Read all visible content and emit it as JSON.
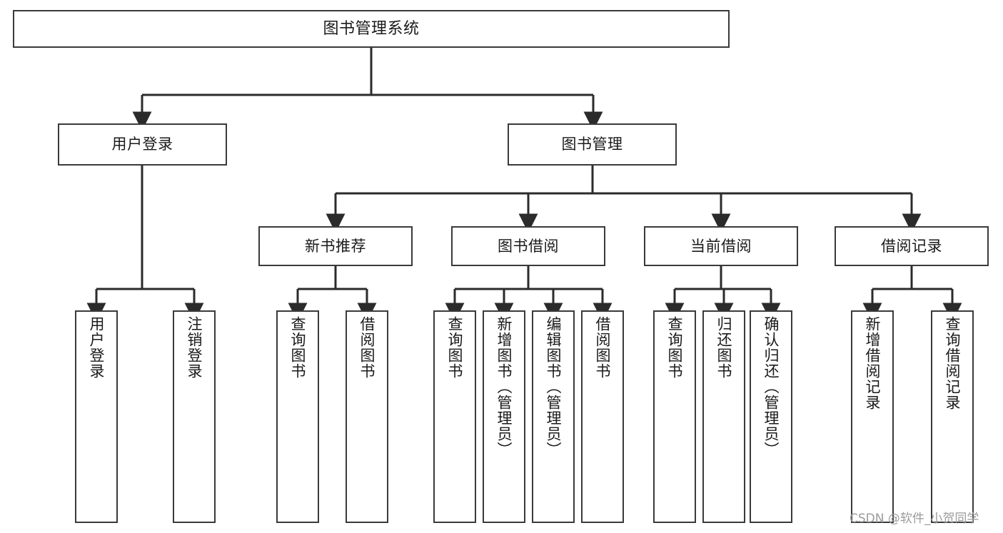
{
  "diagram": {
    "type": "tree",
    "title": "图书管理系统",
    "orientation": "top-down",
    "colors": {
      "box_border": "#3a3a3a",
      "box_fill": "#ffffff",
      "edge": "#2b2b2b",
      "text": "#1a1a1a",
      "watermark": "#9a9a9a",
      "background": "#ffffff"
    }
  },
  "watermark": {
    "text": "CSDN @软件_小贺同学"
  },
  "nodes": {
    "root": {
      "label": "图书管理系统",
      "level": 1
    },
    "level2": [
      {
        "label": "用户登录"
      },
      {
        "label": "图书管理"
      }
    ],
    "level3": [
      {
        "label": "新书推荐"
      },
      {
        "label": "图书借阅"
      },
      {
        "label": "当前借阅"
      },
      {
        "label": "借阅记录"
      }
    ],
    "leaves": {
      "user_login": [
        {
          "label": "用户登录"
        },
        {
          "label": "注销登录"
        }
      ],
      "new_book_recommend": [
        {
          "label": "查询图书"
        },
        {
          "label": "借阅图书"
        }
      ],
      "book_borrow": [
        {
          "label": "查询图书"
        },
        {
          "label": "新增图书（管理员）"
        },
        {
          "label": "编辑图书（管理员）"
        },
        {
          "label": "借阅图书"
        }
      ],
      "current_borrow": [
        {
          "label": "查询图书"
        },
        {
          "label": "归还图书"
        },
        {
          "label": "确认归还（管理员）"
        }
      ],
      "borrow_records": [
        {
          "label": "新增借阅记录"
        },
        {
          "label": "查询借阅记录"
        }
      ]
    }
  }
}
